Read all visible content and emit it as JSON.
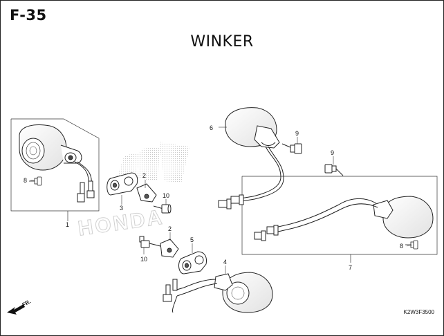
{
  "header": {
    "section_code": "F-35",
    "title": "WINKER"
  },
  "drawing_code": "K2W3F3500",
  "direction_label": "FR.",
  "watermark_text": "HONDA",
  "callouts": [
    {
      "id": "c1",
      "label": "1"
    },
    {
      "id": "c2a",
      "label": "2"
    },
    {
      "id": "c2b",
      "label": "2"
    },
    {
      "id": "c3",
      "label": "3"
    },
    {
      "id": "c4",
      "label": "4"
    },
    {
      "id": "c5",
      "label": "5"
    },
    {
      "id": "c6",
      "label": "6"
    },
    {
      "id": "c7",
      "label": "7"
    },
    {
      "id": "c8a",
      "label": "8"
    },
    {
      "id": "c8b",
      "label": "8"
    },
    {
      "id": "c9a",
      "label": "9"
    },
    {
      "id": "c9b",
      "label": "9"
    },
    {
      "id": "c10a",
      "label": "10"
    },
    {
      "id": "c10b",
      "label": "10"
    }
  ]
}
